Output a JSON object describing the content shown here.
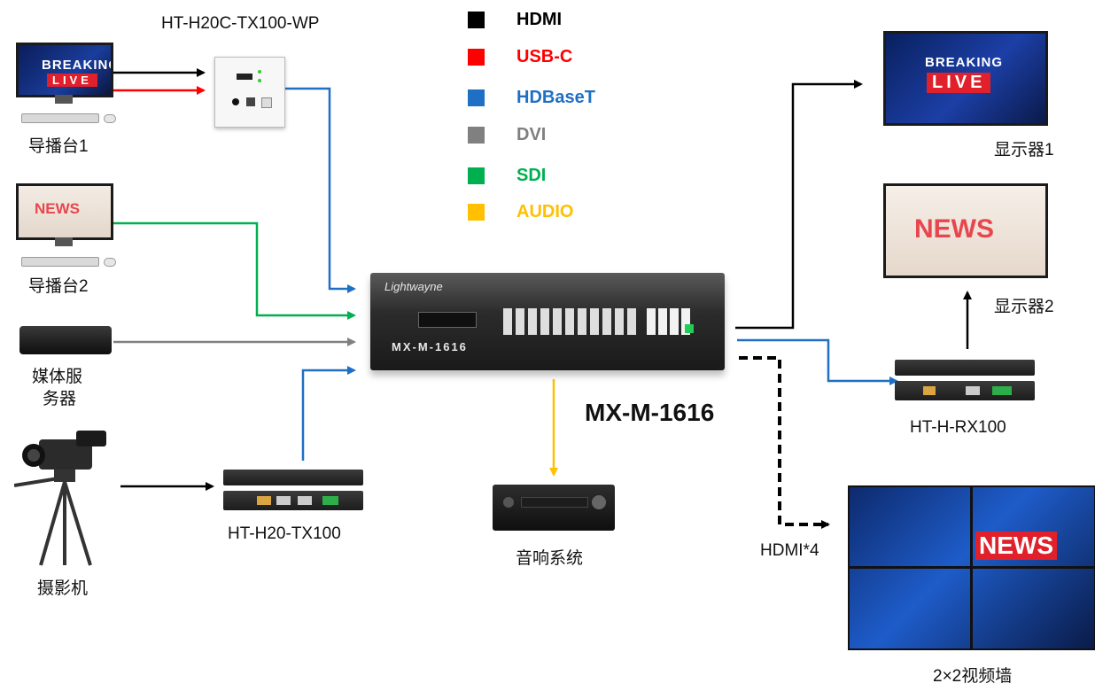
{
  "legend": [
    {
      "label": "HDMI",
      "color": "#000000"
    },
    {
      "label": "USB-C",
      "color": "#ff0000"
    },
    {
      "label": "HDBaseT",
      "color": "#1f6fc5"
    },
    {
      "label": "DVI",
      "color": "#808080"
    },
    {
      "label": "SDI",
      "color": "#00b050"
    },
    {
      "label": "AUDIO",
      "color": "#ffc000"
    }
  ],
  "devices": {
    "wallplate": "HT-H20C-TX100-WP",
    "console1": "导播台1",
    "console2": "导播台2",
    "media_server_line1": "媒体服",
    "media_server_line2": "务器",
    "camera": "摄影机",
    "transmitter": "HT-H20-TX100",
    "matrix": "MX-M-1616",
    "audio": "音响系统",
    "display1": "显示器1",
    "display2": "显示器2",
    "receiver": "HT-H-RX100",
    "hdmi_count": "HDMI*4",
    "video_wall": "2×2视频墙"
  },
  "screen_text": {
    "breaking": "BREAKING",
    "live": "LIVE",
    "news": "NEWS",
    "matrix_brand": "Lightwayne",
    "matrix_model": "MX-M-1616",
    "wall_news": "NEWS"
  }
}
